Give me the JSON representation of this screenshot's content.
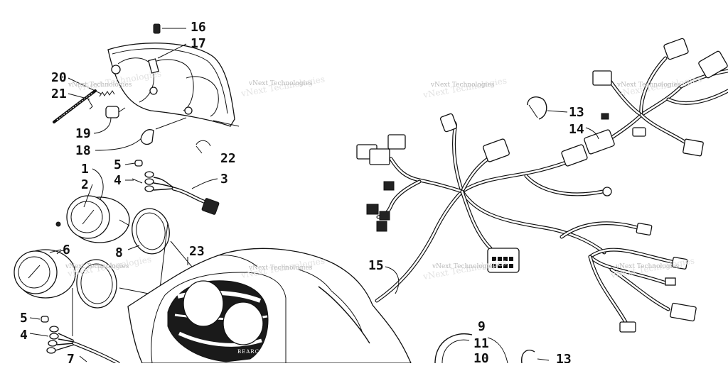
{
  "diagram": {
    "callouts": [
      {
        "id": "c16",
        "label": "16"
      },
      {
        "id": "c17",
        "label": "17"
      },
      {
        "id": "c20",
        "label": "20"
      },
      {
        "id": "c21",
        "label": "21"
      },
      {
        "id": "c19",
        "label": "19"
      },
      {
        "id": "c18",
        "label": "18"
      },
      {
        "id": "c22",
        "label": "22"
      },
      {
        "id": "c1",
        "label": "1"
      },
      {
        "id": "c2",
        "label": "2"
      },
      {
        "id": "c5a",
        "label": "5"
      },
      {
        "id": "c4a",
        "label": "4"
      },
      {
        "id": "c3",
        "label": "3"
      },
      {
        "id": "c6",
        "label": "6"
      },
      {
        "id": "c8",
        "label": "8"
      },
      {
        "id": "c23",
        "label": "23"
      },
      {
        "id": "c5b",
        "label": "5"
      },
      {
        "id": "c4b",
        "label": "4"
      },
      {
        "id": "c7",
        "label": "7"
      },
      {
        "id": "c13a",
        "label": "13"
      },
      {
        "id": "c14",
        "label": "14"
      },
      {
        "id": "c15",
        "label": "15"
      },
      {
        "id": "c9",
        "label": "9"
      },
      {
        "id": "c11",
        "label": "11"
      },
      {
        "id": "c10",
        "label": "10"
      },
      {
        "id": "c13b",
        "label": "13"
      }
    ],
    "watermark": "vNext Technologies",
    "hood_badge": "BEARCA"
  }
}
